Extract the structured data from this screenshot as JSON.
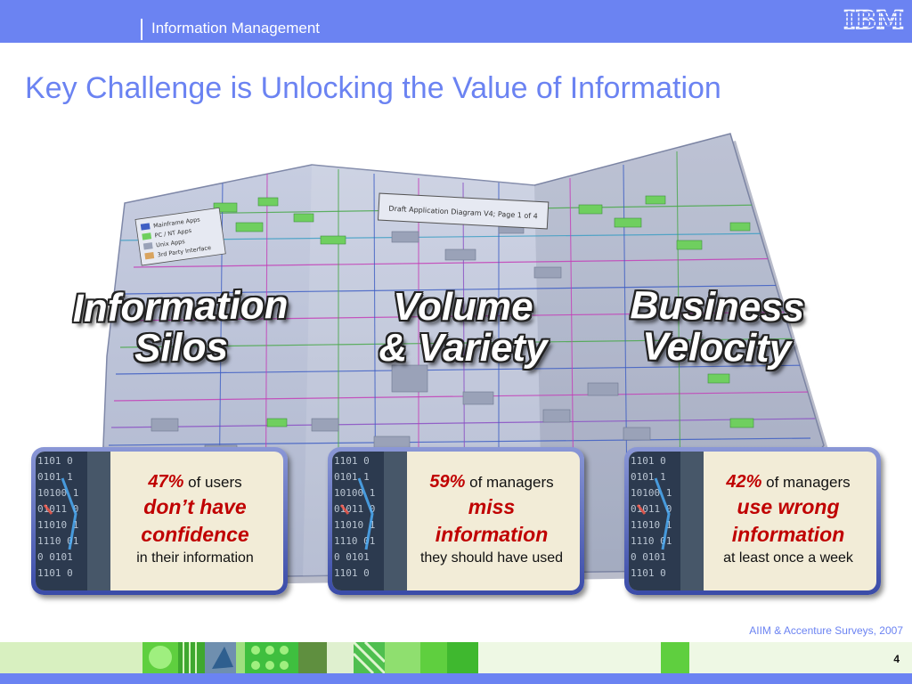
{
  "header": {
    "section_title": "Information Management",
    "logo_text": "IBM"
  },
  "title": "Key Challenge is Unlocking the Value of Information",
  "diagram": {
    "title": "Draft Application Diagram V4; Page 1 of 4",
    "legend": [
      "Mainframe Apps",
      "PC / NT Apps",
      "Unix Apps",
      "3rd Party Interface"
    ]
  },
  "challenges": [
    {
      "line1": "Information",
      "line2": "Silos"
    },
    {
      "line1": "Volume",
      "line2": "& Variety"
    },
    {
      "line1": "Business",
      "line2": "Velocity"
    }
  ],
  "stats": [
    {
      "percent": "47%",
      "of": "of users",
      "line2": "don’t have",
      "line3": "confidence",
      "line4": "in their information"
    },
    {
      "percent": "59%",
      "of": "of managers",
      "line2": "miss",
      "line3": "information",
      "line4": "they should have used"
    },
    {
      "percent": "42%",
      "of": "of managers",
      "line2": "use wrong",
      "line3": "information",
      "line4": "at least once a week"
    }
  ],
  "source": "AIIM & Accenture Surveys, 2007",
  "page_number": "4",
  "colors": {
    "brand_blue": "#6b83f2",
    "stat_red": "#c00000",
    "card_bg": "#f2ecd7"
  }
}
